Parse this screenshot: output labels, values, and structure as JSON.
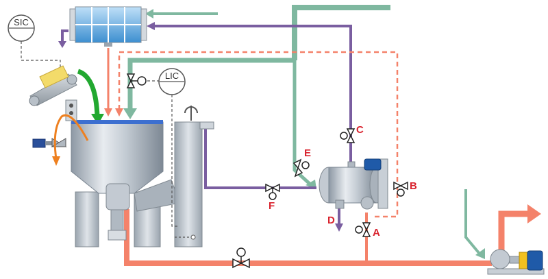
{
  "instruments": {
    "speed_controller": "SIC",
    "level_controller": "LIC"
  },
  "valve_labels": {
    "a": "A",
    "b": "B",
    "c": "C",
    "d": "D",
    "e": "E",
    "f": "F"
  },
  "colors": {
    "product": "#f4826a",
    "product_dashed": "#f4826a",
    "solvent": "#7fb8a0",
    "purple": "#7a5ea0",
    "green": "#22a830",
    "orange": "#ee8020",
    "vessel": "#c9d0d8",
    "valve_label": "#d9232e"
  },
  "icons": {
    "cooler": "heat-exchanger-icon",
    "feeder": "conveyor-belt-icon",
    "mixer": "vertical-mixer-icon",
    "pump": "centrifugal-pump-icon",
    "dissolver": "inline-dissolver-icon"
  }
}
